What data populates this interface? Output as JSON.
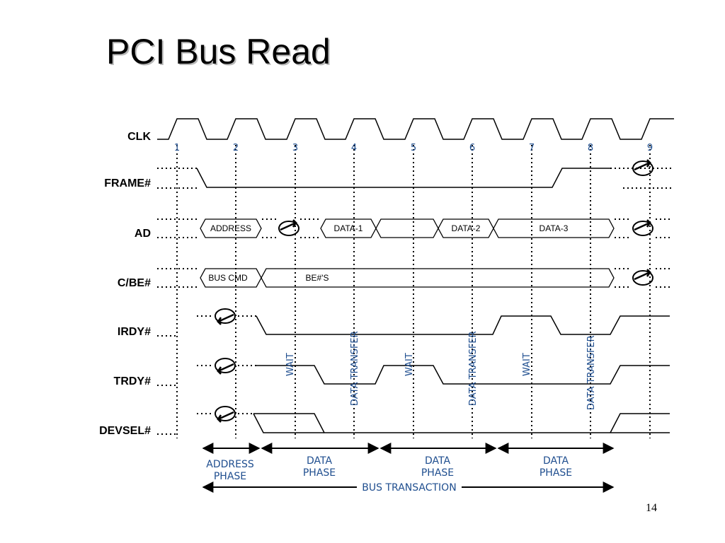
{
  "title": "PCI Bus Read",
  "page_number": "14",
  "signals": [
    "CLK",
    "FRAME#",
    "AD",
    "C/BE#",
    "IRDY#",
    "TRDY#",
    "DEVSEL#"
  ],
  "clock_numbers": [
    "1",
    "2",
    "3",
    "4",
    "5",
    "6",
    "7",
    "8",
    "9"
  ],
  "ad_labels": [
    "ADDRESS",
    "DATA-1",
    "DATA-2",
    "DATA-3"
  ],
  "cbe_labels": [
    "BUS CMD",
    "BE#'S"
  ],
  "annotations": {
    "wait": "WAIT",
    "data_transfer": "DATA TRANSFER"
  },
  "phases": [
    {
      "line1": "ADDRESS",
      "line2": "PHASE"
    },
    {
      "line1": "DATA",
      "line2": "PHASE"
    },
    {
      "line1": "DATA",
      "line2": "PHASE"
    },
    {
      "line1": "DATA",
      "line2": "PHASE"
    }
  ],
  "bus_transaction": "BUS TRANSACTION",
  "colors": {
    "annotation": "#1f4e8f",
    "trace": "#000000"
  }
}
